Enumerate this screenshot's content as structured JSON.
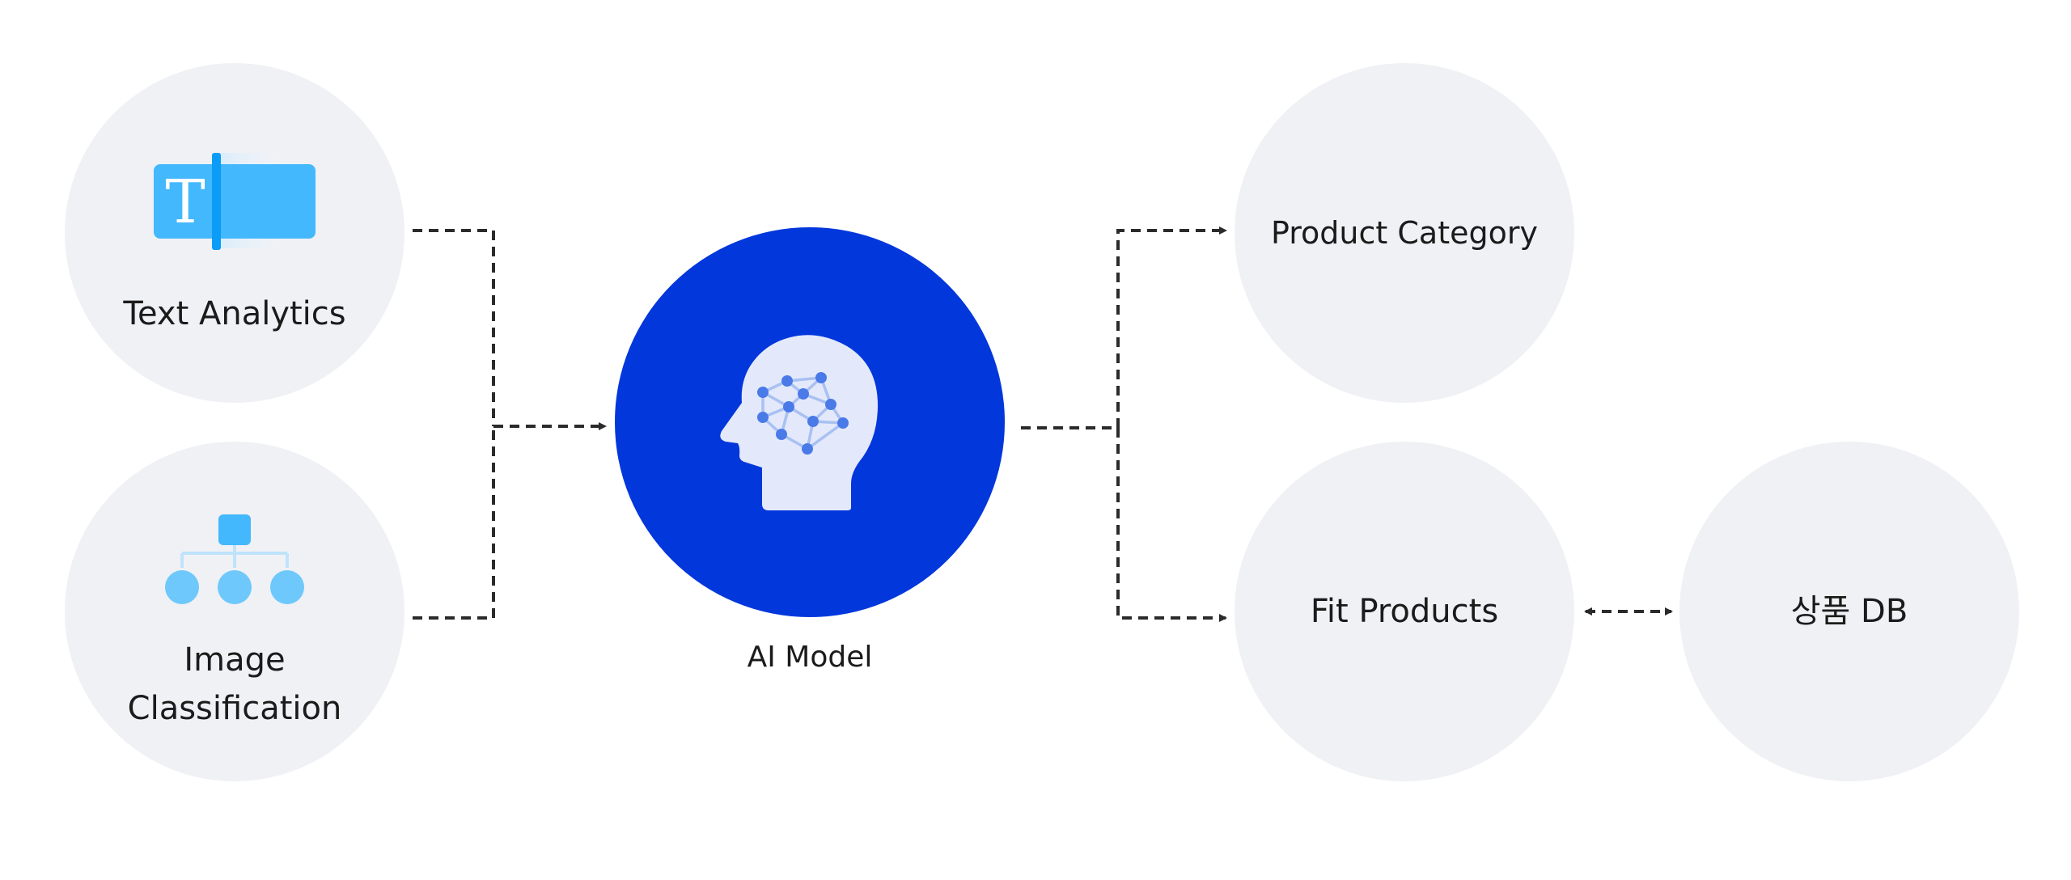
{
  "diagram": {
    "inputs": {
      "text_analytics": {
        "label": "Text Analytics",
        "icon": "text-cursor-icon",
        "icon_letter": "T"
      },
      "image_classification": {
        "label_lines": [
          "Image",
          "Classification"
        ],
        "icon": "hierarchy-icon"
      }
    },
    "model": {
      "label": "AI Model",
      "icon": "ai-brain-head-icon"
    },
    "outputs": {
      "product_category": {
        "label": "Product Category"
      },
      "fit_products": {
        "label": "Fit Products"
      },
      "product_db": {
        "label": "상품 DB"
      }
    },
    "colors": {
      "node_fill": "#f0f1f5",
      "model_fill": "#0237dc",
      "icon_blue": "#44b8fc",
      "icon_blue_dark": "#0a9cf6",
      "icon_light_blue": "#6ec8fb",
      "connector": "#2b2b2b",
      "brain_head": "#e3e9fb",
      "brain_node": "#4a7ae8"
    }
  }
}
